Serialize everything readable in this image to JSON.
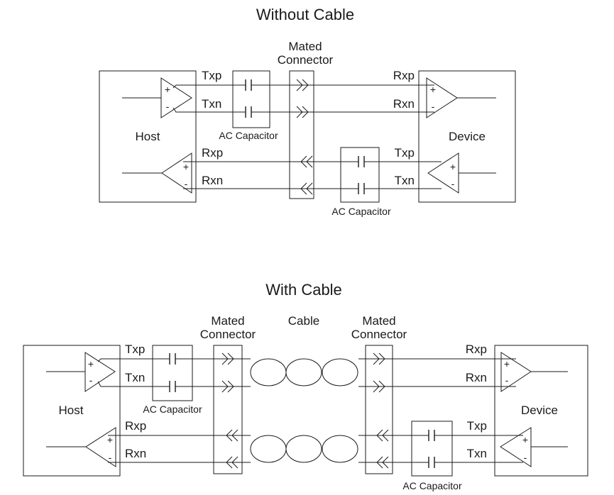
{
  "top": {
    "title": "Without Cable",
    "host": "Host",
    "device": "Device",
    "connector_line1": "Mated",
    "connector_line2": "Connector",
    "host_txp": "Txp",
    "host_txn": "Txn",
    "host_rxp": "Rxp",
    "host_rxn": "Rxn",
    "dev_rxp": "Rxp",
    "dev_rxn": "Rxn",
    "dev_txp": "Txp",
    "dev_txn": "Txn",
    "ac_cap_1": "AC Capacitor",
    "ac_cap_2": "AC Capacitor"
  },
  "bottom": {
    "title": "With Cable",
    "host": "Host",
    "device": "Device",
    "connector_left_line1": "Mated",
    "connector_left_line2": "Connector",
    "cable": "Cable",
    "connector_right_line1": "Mated",
    "connector_right_line2": "Connector",
    "host_txp": "Txp",
    "host_txn": "Txn",
    "host_rxp": "Rxp",
    "host_rxn": "Rxn",
    "dev_rxp": "Rxp",
    "dev_rxn": "Rxn",
    "dev_txp": "Txp",
    "dev_txn": "Txn",
    "ac_cap_1": "AC Capacitor",
    "ac_cap_2": "AC Capacitor"
  },
  "plus": "+",
  "minus": "-"
}
